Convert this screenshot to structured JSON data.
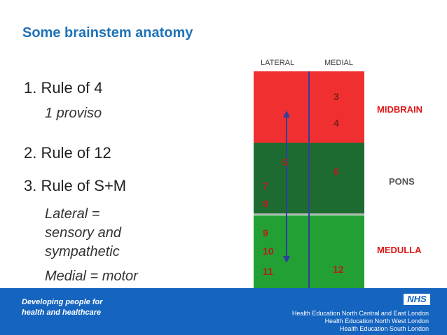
{
  "slide": {
    "title": "Some brainstem anatomy",
    "rules": [
      {
        "label": "1.  Rule of 4"
      },
      {
        "label": "2.  Rule of 12"
      },
      {
        "label": "3.  Rule of S+M"
      }
    ],
    "proviso": "1 proviso",
    "lateral_lines": [
      "Lateral =",
      "sensory and",
      "sympathetic"
    ],
    "medial_line": "Medial = motor"
  },
  "diagram": {
    "column_labels": {
      "lateral": "LATERAL",
      "medial": "MEDIAL"
    },
    "colors": {
      "midbrain": "#f03030",
      "pons": "#1e6b32",
      "medulla": "#23a034",
      "divider": "#2e3f9e"
    },
    "regions": {
      "midbrain": "MIDBRAIN",
      "pons": "PONS",
      "medulla": "MEDULLA"
    },
    "nerves": {
      "n3": "3",
      "n4": "4",
      "n5": "5",
      "n6": "6",
      "n7": "7",
      "n8": "8",
      "n9": "9",
      "n10": "10",
      "n11": "11",
      "n12": "12"
    }
  },
  "footer": {
    "tagline_1": "Developing people for",
    "tagline_2": "health and healthcare",
    "nhs": "NHS",
    "he_lines": [
      "Health Education North Central and East London",
      "Health Education North West London",
      "Health Education South London"
    ]
  }
}
